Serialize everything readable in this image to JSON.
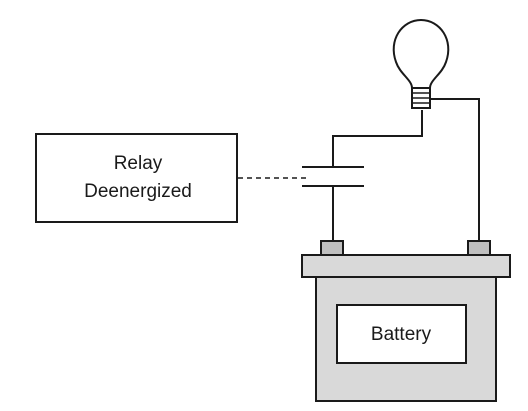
{
  "relay": {
    "line1": "Relay",
    "line2": "Deenergized"
  },
  "battery": {
    "label": "Battery"
  },
  "colors": {
    "line": "#1a1a1a",
    "battery_fill": "#d9d9d9",
    "terminal_fill": "#bfbfbf",
    "background": "#ffffff"
  },
  "icons": [
    "light-bulb-icon",
    "relay-contact-icon",
    "battery-icon"
  ]
}
